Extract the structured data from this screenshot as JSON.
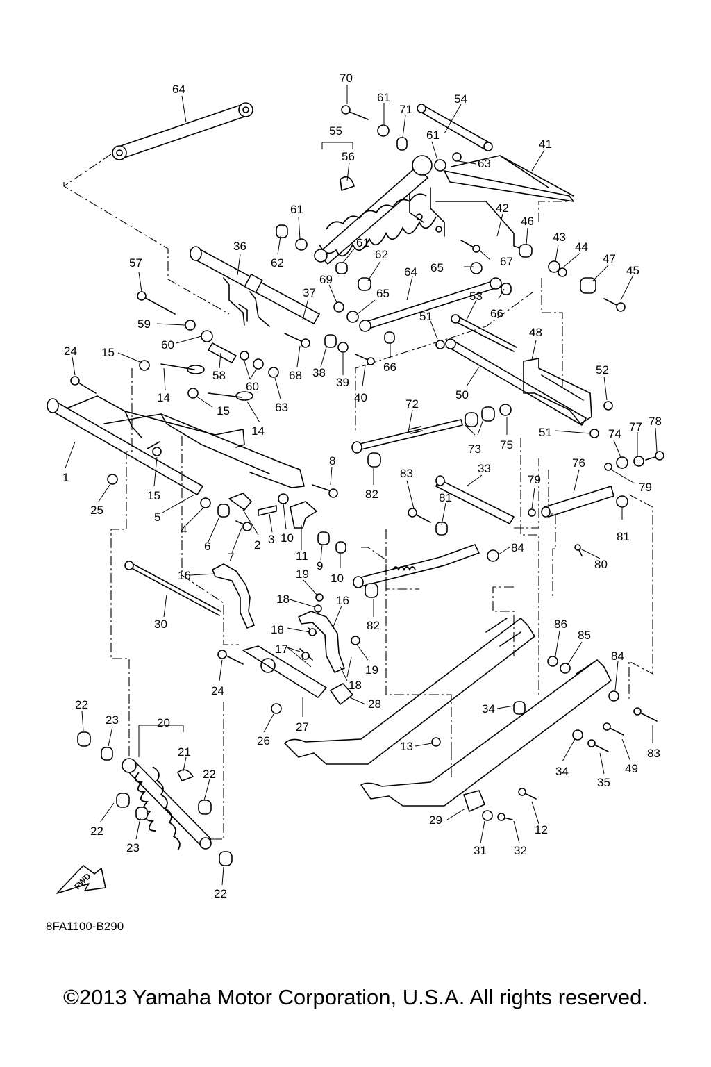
{
  "diagram": {
    "diagram_code": "8FA1100-B290",
    "fwd_label": "FWD",
    "copyright": "©2013 Yamaha Motor Corporation, U.S.A. All rights reserved.",
    "callouts": [
      "64",
      "70",
      "61",
      "71",
      "54",
      "55",
      "56",
      "61",
      "63",
      "41",
      "61",
      "36",
      "62",
      "61",
      "62",
      "42",
      "46",
      "57",
      "69",
      "65",
      "67",
      "43",
      "44",
      "37",
      "64",
      "65",
      "47",
      "45",
      "59",
      "66",
      "53",
      "60",
      "51",
      "48",
      "24",
      "15",
      "58",
      "60",
      "68",
      "38",
      "39",
      "40",
      "66",
      "52",
      "14",
      "63",
      "50",
      "15",
      "14",
      "72",
      "51",
      "74",
      "77",
      "78",
      "73",
      "75",
      "8",
      "1",
      "82",
      "83",
      "33",
      "76",
      "79",
      "15",
      "25",
      "5",
      "4",
      "6",
      "7",
      "2",
      "3",
      "10",
      "11",
      "81",
      "79",
      "81",
      "9",
      "10",
      "84",
      "80",
      "19",
      "16",
      "30",
      "18",
      "16",
      "82",
      "18",
      "17",
      "19",
      "86",
      "85",
      "84",
      "24",
      "18",
      "28",
      "22",
      "23",
      "20",
      "21",
      "26",
      "27",
      "34",
      "13",
      "83",
      "49",
      "22",
      "34",
      "35",
      "12",
      "29",
      "31",
      "32",
      "22",
      "23",
      "22"
    ]
  }
}
